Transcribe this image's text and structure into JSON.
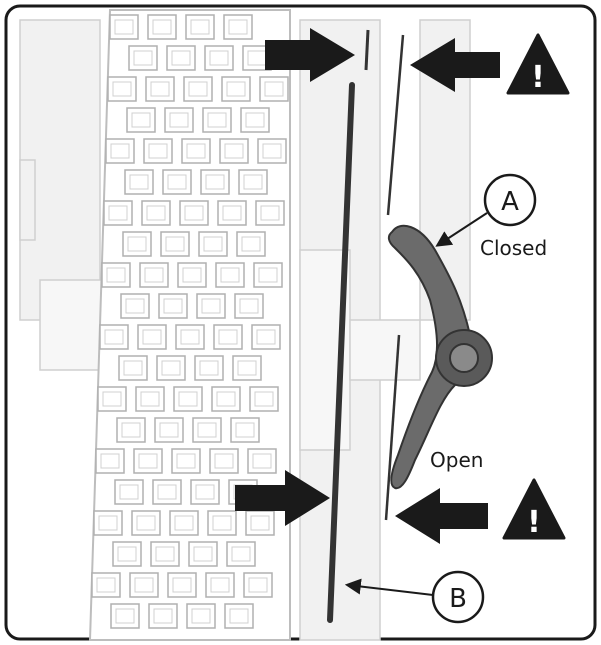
{
  "labels": {
    "callout_a": "A",
    "callout_b": "B",
    "closed": "Closed",
    "open": "Open"
  },
  "warning": {
    "symbol": "!",
    "color": "#1a1a1a"
  },
  "colors": {
    "outline": "#1a1a1a",
    "tire_fill": "#ffffff",
    "tire_line": "#b8b8b8",
    "rotor": "#333333",
    "lever": "#6b6b6b",
    "lever_dark": "#4a4a4a",
    "background_light": "#f4f4f4"
  },
  "icons": [
    "warning-triangle-icon",
    "arrow-right-icon",
    "arrow-left-icon"
  ]
}
